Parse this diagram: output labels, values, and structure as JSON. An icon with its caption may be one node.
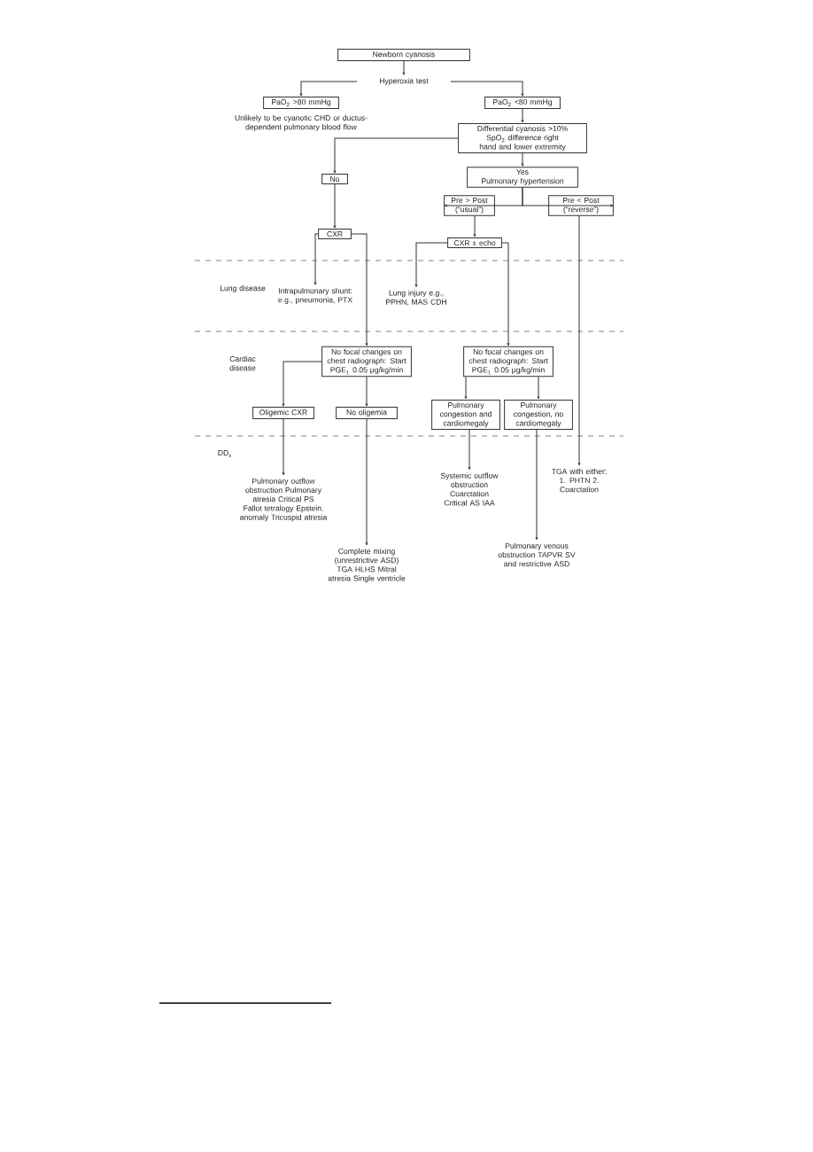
{
  "diagram": {
    "nodes": [
      {
        "text": [
          "Newborn cyanosis"
        ]
      },
      {
        "text": [
          "Hyperoxia test"
        ]
      },
      {
        "text": [
          "PaO$_{2}$ >80 mmHg"
        ],
        "beside": [
          "Unlikely to be cyanotic CHD or ductus-dependent pulmonary blood flow"
        ]
      },
      {
        "text": [
          "PaO$_{2}$ <80 mmHg"
        ]
      },
      {
        "text": [
          "Differential cyanosis >10% SpO$_{2}$ difference right hand and lower extremity"
        ]
      },
      {
        "text": [
          "No"
        ]
      },
      {
        "text": [
          "Yes",
          "Pulmonary hypertension"
        ]
      },
      {
        "text": [
          "Pre > Post (“usual”)"
        ]
      },
      {
        "text": [
          "Pre < Post (“reverse”)"
        ]
      },
      {
        "text": [
          "CXR"
        ]
      },
      {
        "text": [
          "CXR ± echo"
        ]
      },
      {
        "text": [
          "Intrapulmonary shunt: e.g., pneumonia, PTX"
        ]
      },
      {
        "text": [
          "Lung injury e.g., PPHN, MAS CDH"
        ]
      },
      {
        "text": [
          "No focal changes on chest radiograph: Start PGE$_{1}$ 0.05 μg/kg/min"
        ]
      },
      {
        "text": [
          "No focal changes on chest radiograph: Start PGE$_{1}$ 0.05 μg/kg/min"
        ]
      },
      {
        "text": [
          "Oligemic CXR"
        ]
      },
      {
        "text": [
          "No oligemia"
        ]
      },
      {
        "text": [
          "Pulmonary congestion and cardiomegaly"
        ]
      },
      {
        "text": [
          "Pulmonary congestion, no cardiomegaly"
        ]
      },
      {
        "text": [
          "Pulmonary outflow obstruction Pulmonary atresia Critical PS Fallot tetralogy Epstein. anomaly Tricuspid atresia"
        ]
      },
      {
        "text": [
          "Complete mixing (unrestrictive ASD) TGA HLHS Mitral atresia Single ventricle"
        ]
      },
      {
        "text": [
          "Systemic outflow obstruction Coarctation Critical AS IAA"
        ]
      },
      {
        "text": [
          "Pulmonary venous obstruction TAPVR SV and restrictive ASD"
        ]
      },
      {
        "text": [
          "TGA with either: 1. PHTN 2. Coarctation"
        ]
      }
    ],
    "edges": [
      {
        "from": 0,
        "to": 1,
        "arrow": "to"
      },
      {
        "from": 1,
        "to": 2,
        "arrow": "to"
      },
      {
        "from": 1,
        "to": 3,
        "arrow": "to"
      },
      {
        "from": 3,
        "to": 4,
        "arrow": "to"
      },
      {
        "from": 4,
        "to": 5,
        "arrow": "to"
      },
      {
        "from": 4,
        "to": 6,
        "arrow": "to"
      },
      {
        "from": 6,
        "to": 7,
        "arrow": "to"
      },
      {
        "from": 6,
        "to": 8,
        "arrow": "to"
      },
      {
        "from": 7,
        "to": 10,
        "arrow": "to"
      },
      {
        "from": 5,
        "to": 9,
        "arrow": "to"
      },
      {
        "from": 9,
        "to": 11,
        "arrow": "to"
      },
      {
        "from": 9,
        "to": 13,
        "arrow": "to"
      },
      {
        "from": 10,
        "to": 12,
        "arrow": "to"
      },
      {
        "from": 10,
        "to": 14,
        "arrow": "to"
      },
      {
        "from": 8,
        "to": 23,
        "arrow": "to"
      },
      {
        "from": 13,
        "to": 15,
        "arrow": "to"
      },
      {
        "from": 13,
        "to": 16,
        "arrow": "to"
      },
      {
        "from": 14,
        "to": 17,
        "arrow": "to"
      },
      {
        "from": 14,
        "to": 18,
        "arrow": "to"
      },
      {
        "from": 15,
        "to": 19,
        "arrow": "to"
      },
      {
        "from": 16,
        "to": 20,
        "arrow": "to"
      },
      {
        "from": 17,
        "to": 21,
        "arrow": "to"
      },
      {
        "from": 18,
        "to": 22,
        "arrow": "to"
      }
    ],
    "labels": [
      "Lung disease",
      "Cardiac disease",
      "DD$_{x}$"
    ]
  }
}
